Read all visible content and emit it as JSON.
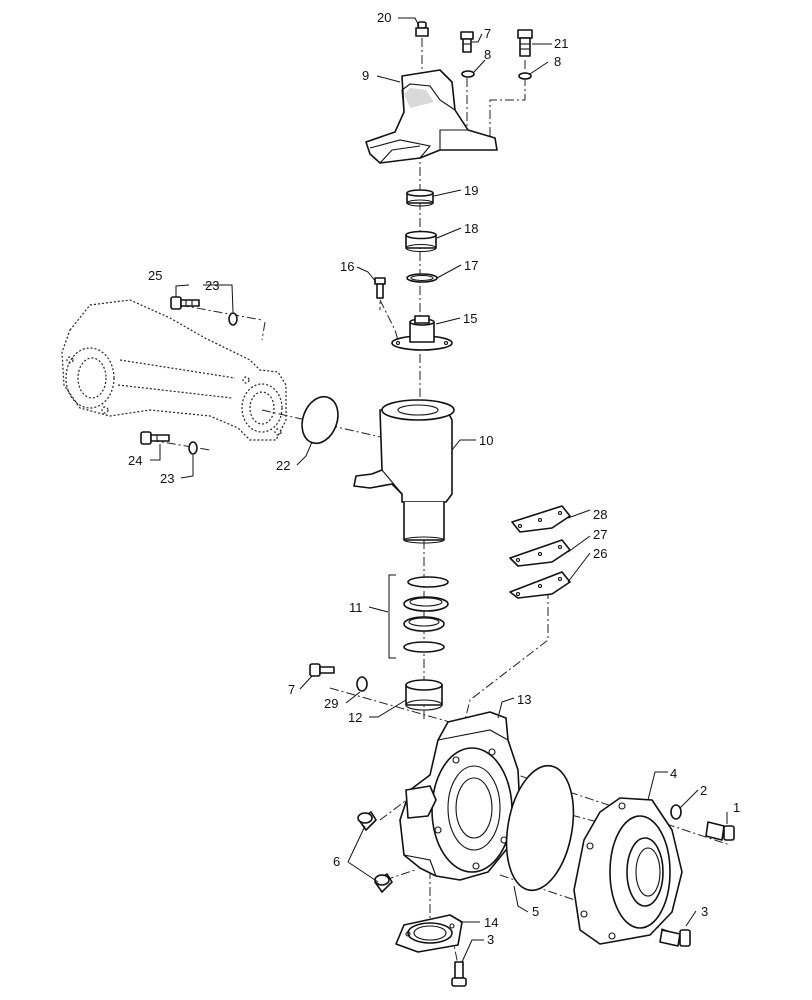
{
  "callouts": {
    "p1": "1",
    "p2": "2",
    "p3a": "3",
    "p3b": "3",
    "p4": "4",
    "p5": "5",
    "p6": "6",
    "p7a": "7",
    "p7b": "7",
    "p8a": "8",
    "p8b": "8",
    "p9": "9",
    "p10": "10",
    "p11": "11",
    "p12": "12",
    "p13": "13",
    "p14": "14",
    "p15": "15",
    "p16": "16",
    "p17": "17",
    "p18": "18",
    "p19": "19",
    "p20": "20",
    "p21": "21",
    "p22": "22",
    "p23a": "23",
    "p23b": "23",
    "p24": "24",
    "p25": "25",
    "p26": "26",
    "p27": "27",
    "p28": "28",
    "p29": "29"
  },
  "colors": {
    "line": "#111111",
    "background": "#ffffff",
    "shade": "#d9d9d9"
  }
}
